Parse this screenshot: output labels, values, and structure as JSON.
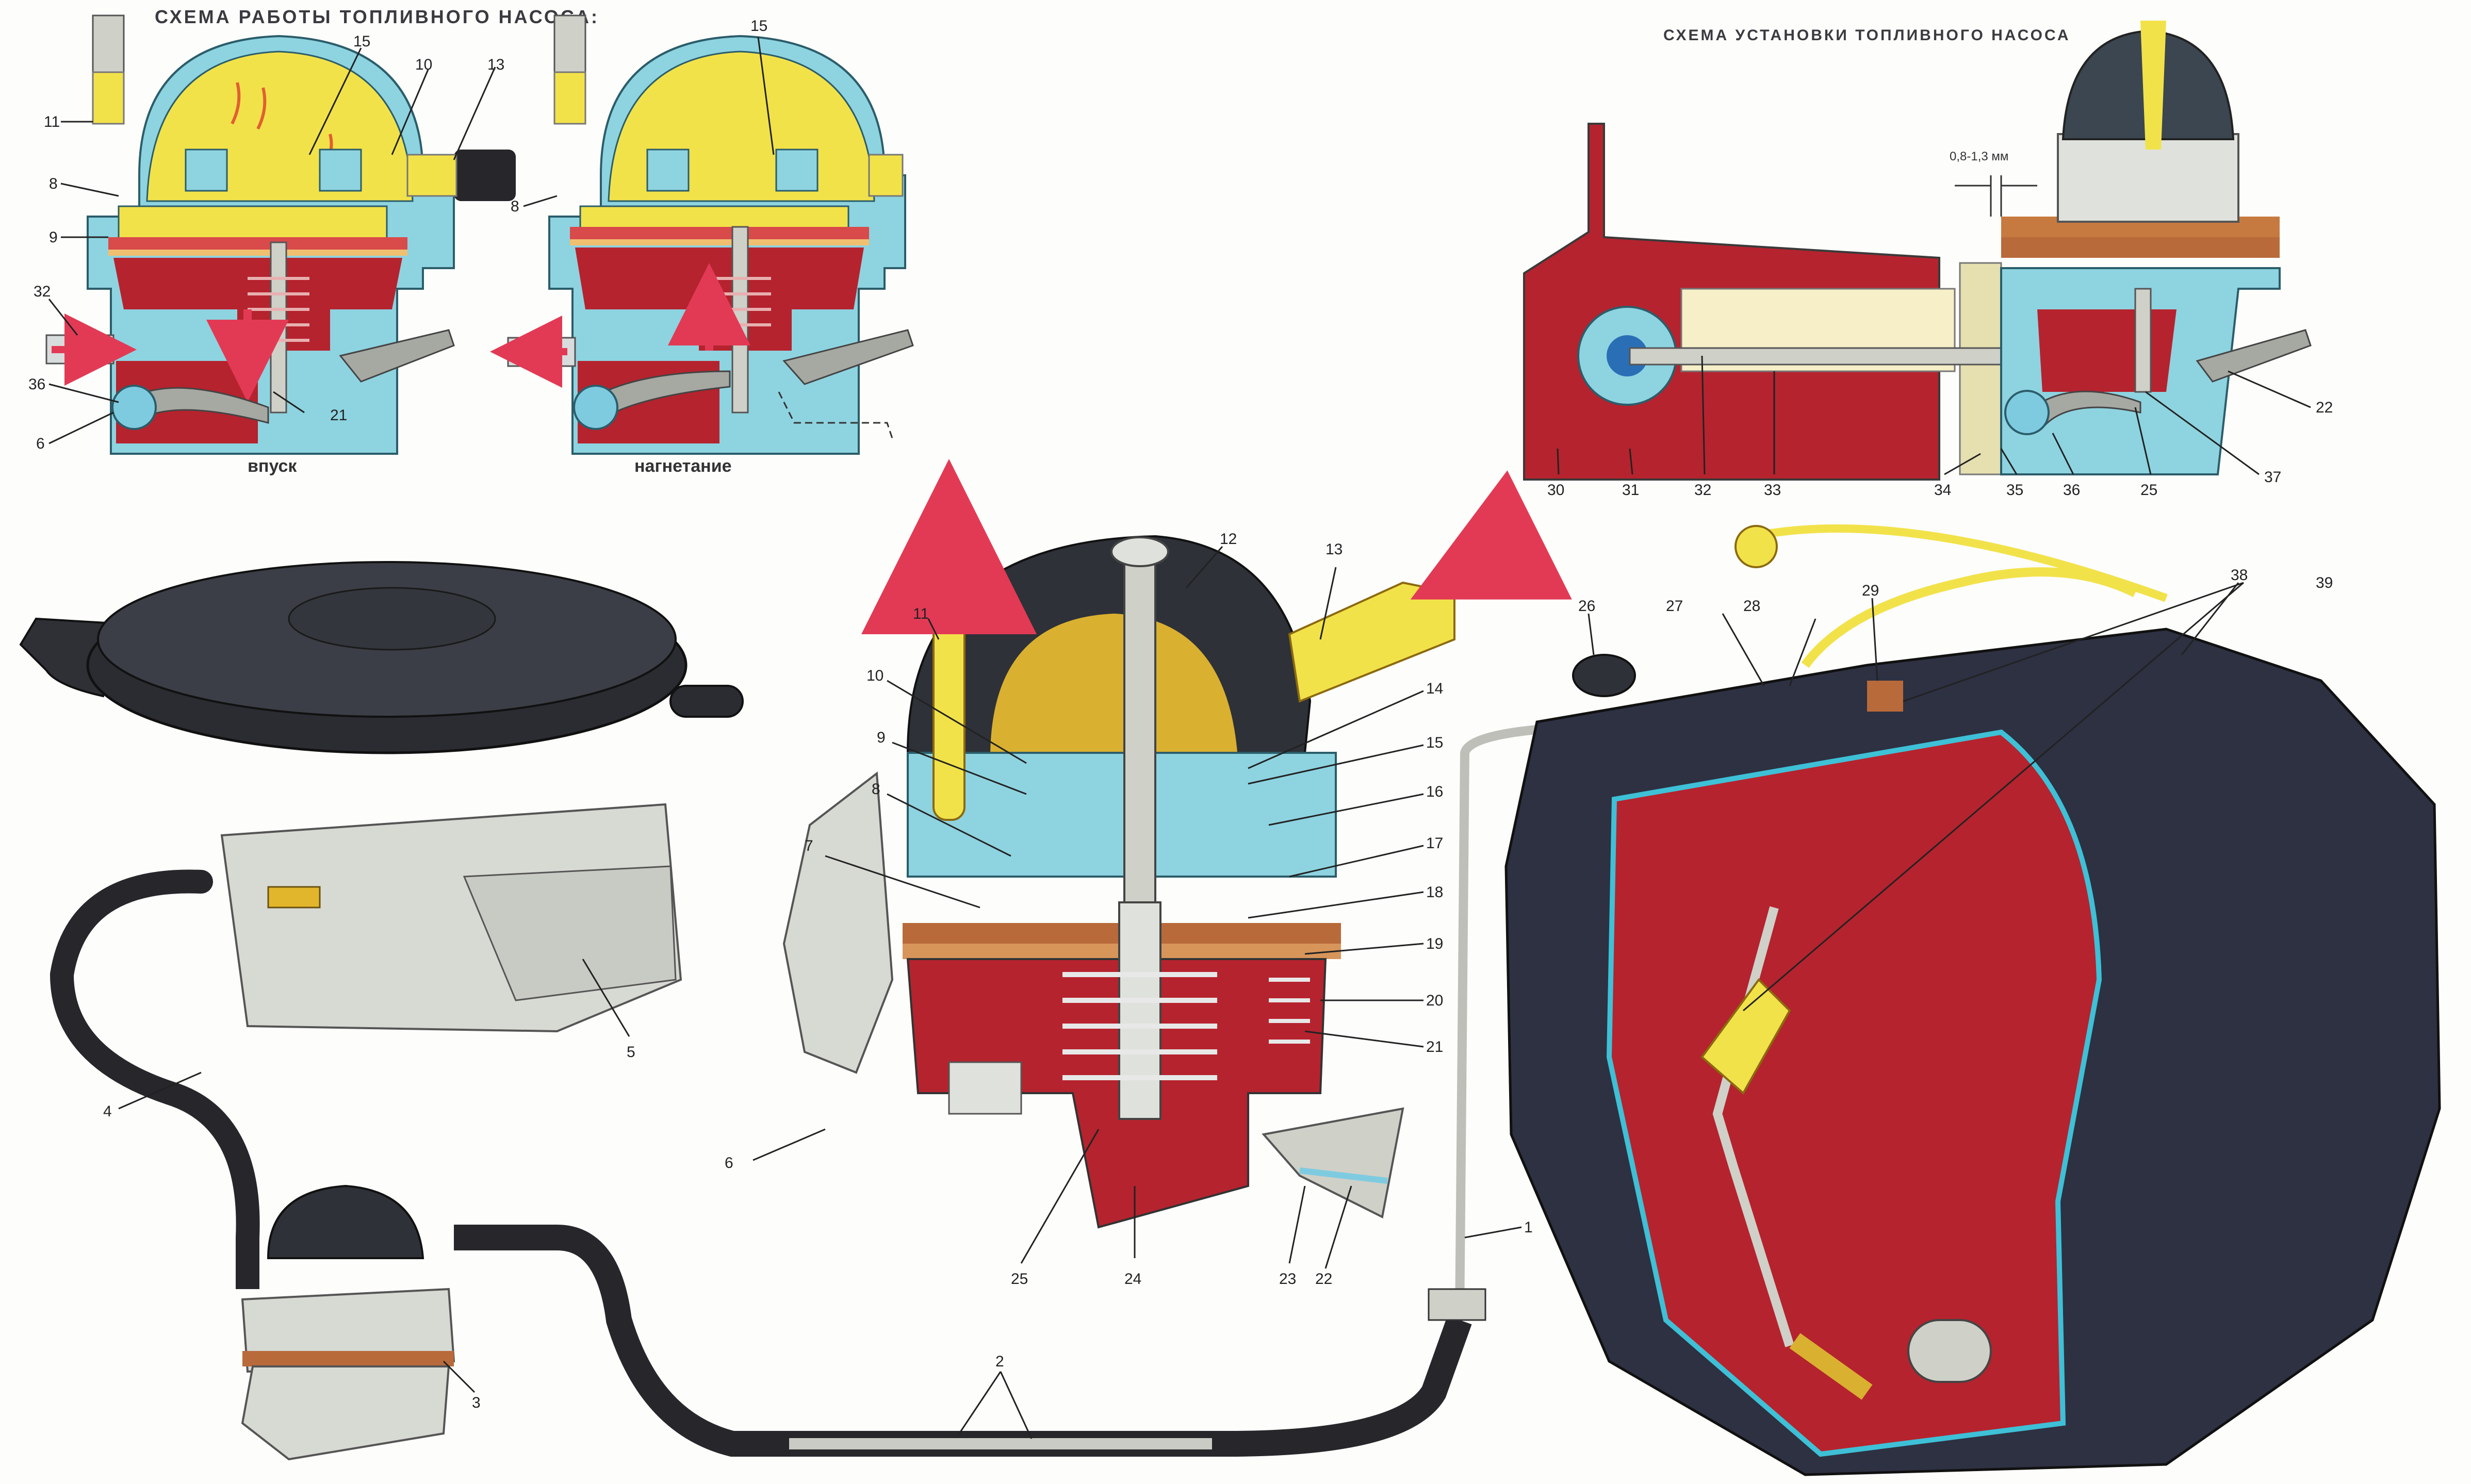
{
  "headings": {
    "working_scheme": "СХЕМА РАБОТЫ ТОПЛИВНОГО НАСОСА:",
    "installation_scheme": "СХЕМА УСТАНОВКИ ТОПЛИВНОГО НАСОСА"
  },
  "captions": {
    "intake": "впуск",
    "discharge": "нагнетание",
    "gap": "0,8-1,3 мм"
  },
  "callouts": {
    "c1": "1",
    "c2": "2",
    "c3": "3",
    "c4": "4",
    "c5": "5",
    "c6": "6",
    "c7": "7",
    "c8": "8",
    "c9": "9",
    "c10": "10",
    "c11": "11",
    "c12": "12",
    "c13": "13",
    "c14": "14",
    "c15": "15",
    "c16": "16",
    "c17": "17",
    "c18": "18",
    "c19": "19",
    "c20": "20",
    "c21": "21",
    "c22": "22",
    "c23": "23",
    "c24": "24",
    "c25": "25",
    "c26": "26",
    "c27": "27",
    "c28": "28",
    "c29": "29",
    "c30": "30",
    "c31": "31",
    "c32": "32",
    "c33": "33",
    "c34": "34",
    "c35": "35",
    "c36": "36",
    "c37": "37",
    "c38": "38",
    "c39": "39"
  },
  "colors": {
    "fuel": "#f2e24a",
    "body_blue": "#8ed3e0",
    "chamber_red": "#b5232e",
    "arrow": "#e23a55",
    "rubber": "#26262b",
    "metal": "#c9cbc4",
    "diaphragm": "#b86a3a"
  }
}
